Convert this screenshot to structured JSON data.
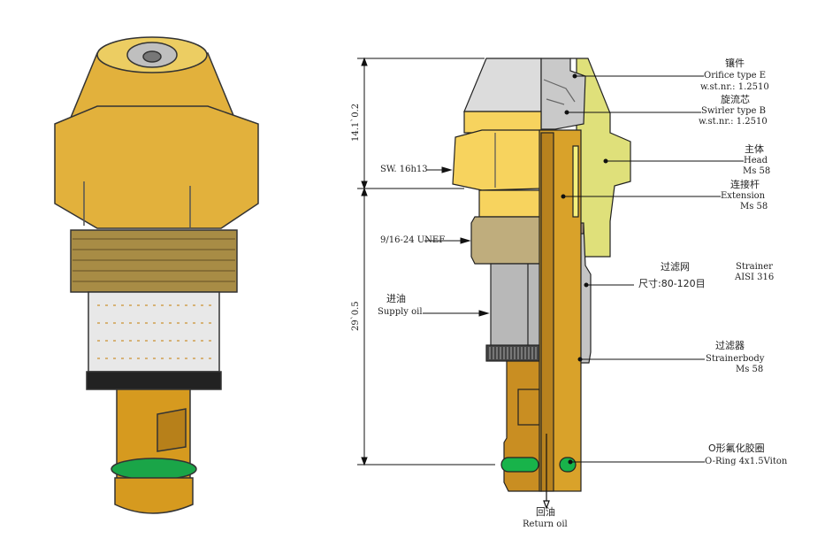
{
  "labels": {
    "orifice": {
      "cn": "镶件",
      "en": "Orifice type E",
      "material": "w.st.nr.: 1.2510"
    },
    "swirler": {
      "cn": "旋流芯",
      "en": "Swirler type B",
      "material": "w.st.nr.: 1.2510"
    },
    "head": {
      "cn": "主体",
      "en": "Head",
      "material": "Ms 58"
    },
    "extension": {
      "cn": "连接杆",
      "en": "Extension",
      "material": "Ms 58"
    },
    "strainer": {
      "cn": "过滤网",
      "size": "尺寸:80-120目",
      "en": "Strainer",
      "material": "AISI 316"
    },
    "strainerbody": {
      "cn": "过滤器",
      "en": "Strainerbody",
      "material": "Ms 58"
    },
    "oring": {
      "cn": "O形氟化胶圈",
      "en": "O-Ring 4x1.5Viton"
    },
    "return_oil": {
      "cn": "回油",
      "en": "Return oil"
    },
    "supply_oil": {
      "cn": "进油",
      "en": "Supply oil"
    },
    "hex": "SW. 16h13",
    "thread": "9/16-24 UNEF"
  },
  "dimensions": {
    "upper": "14.1`0.2",
    "lower": "29`0.5"
  },
  "colors": {
    "brass": "#d9a22a",
    "hex": "#f7d35e",
    "head": "#dfe07a",
    "steel": "#c0c0c0",
    "oring": "#18b34a"
  }
}
